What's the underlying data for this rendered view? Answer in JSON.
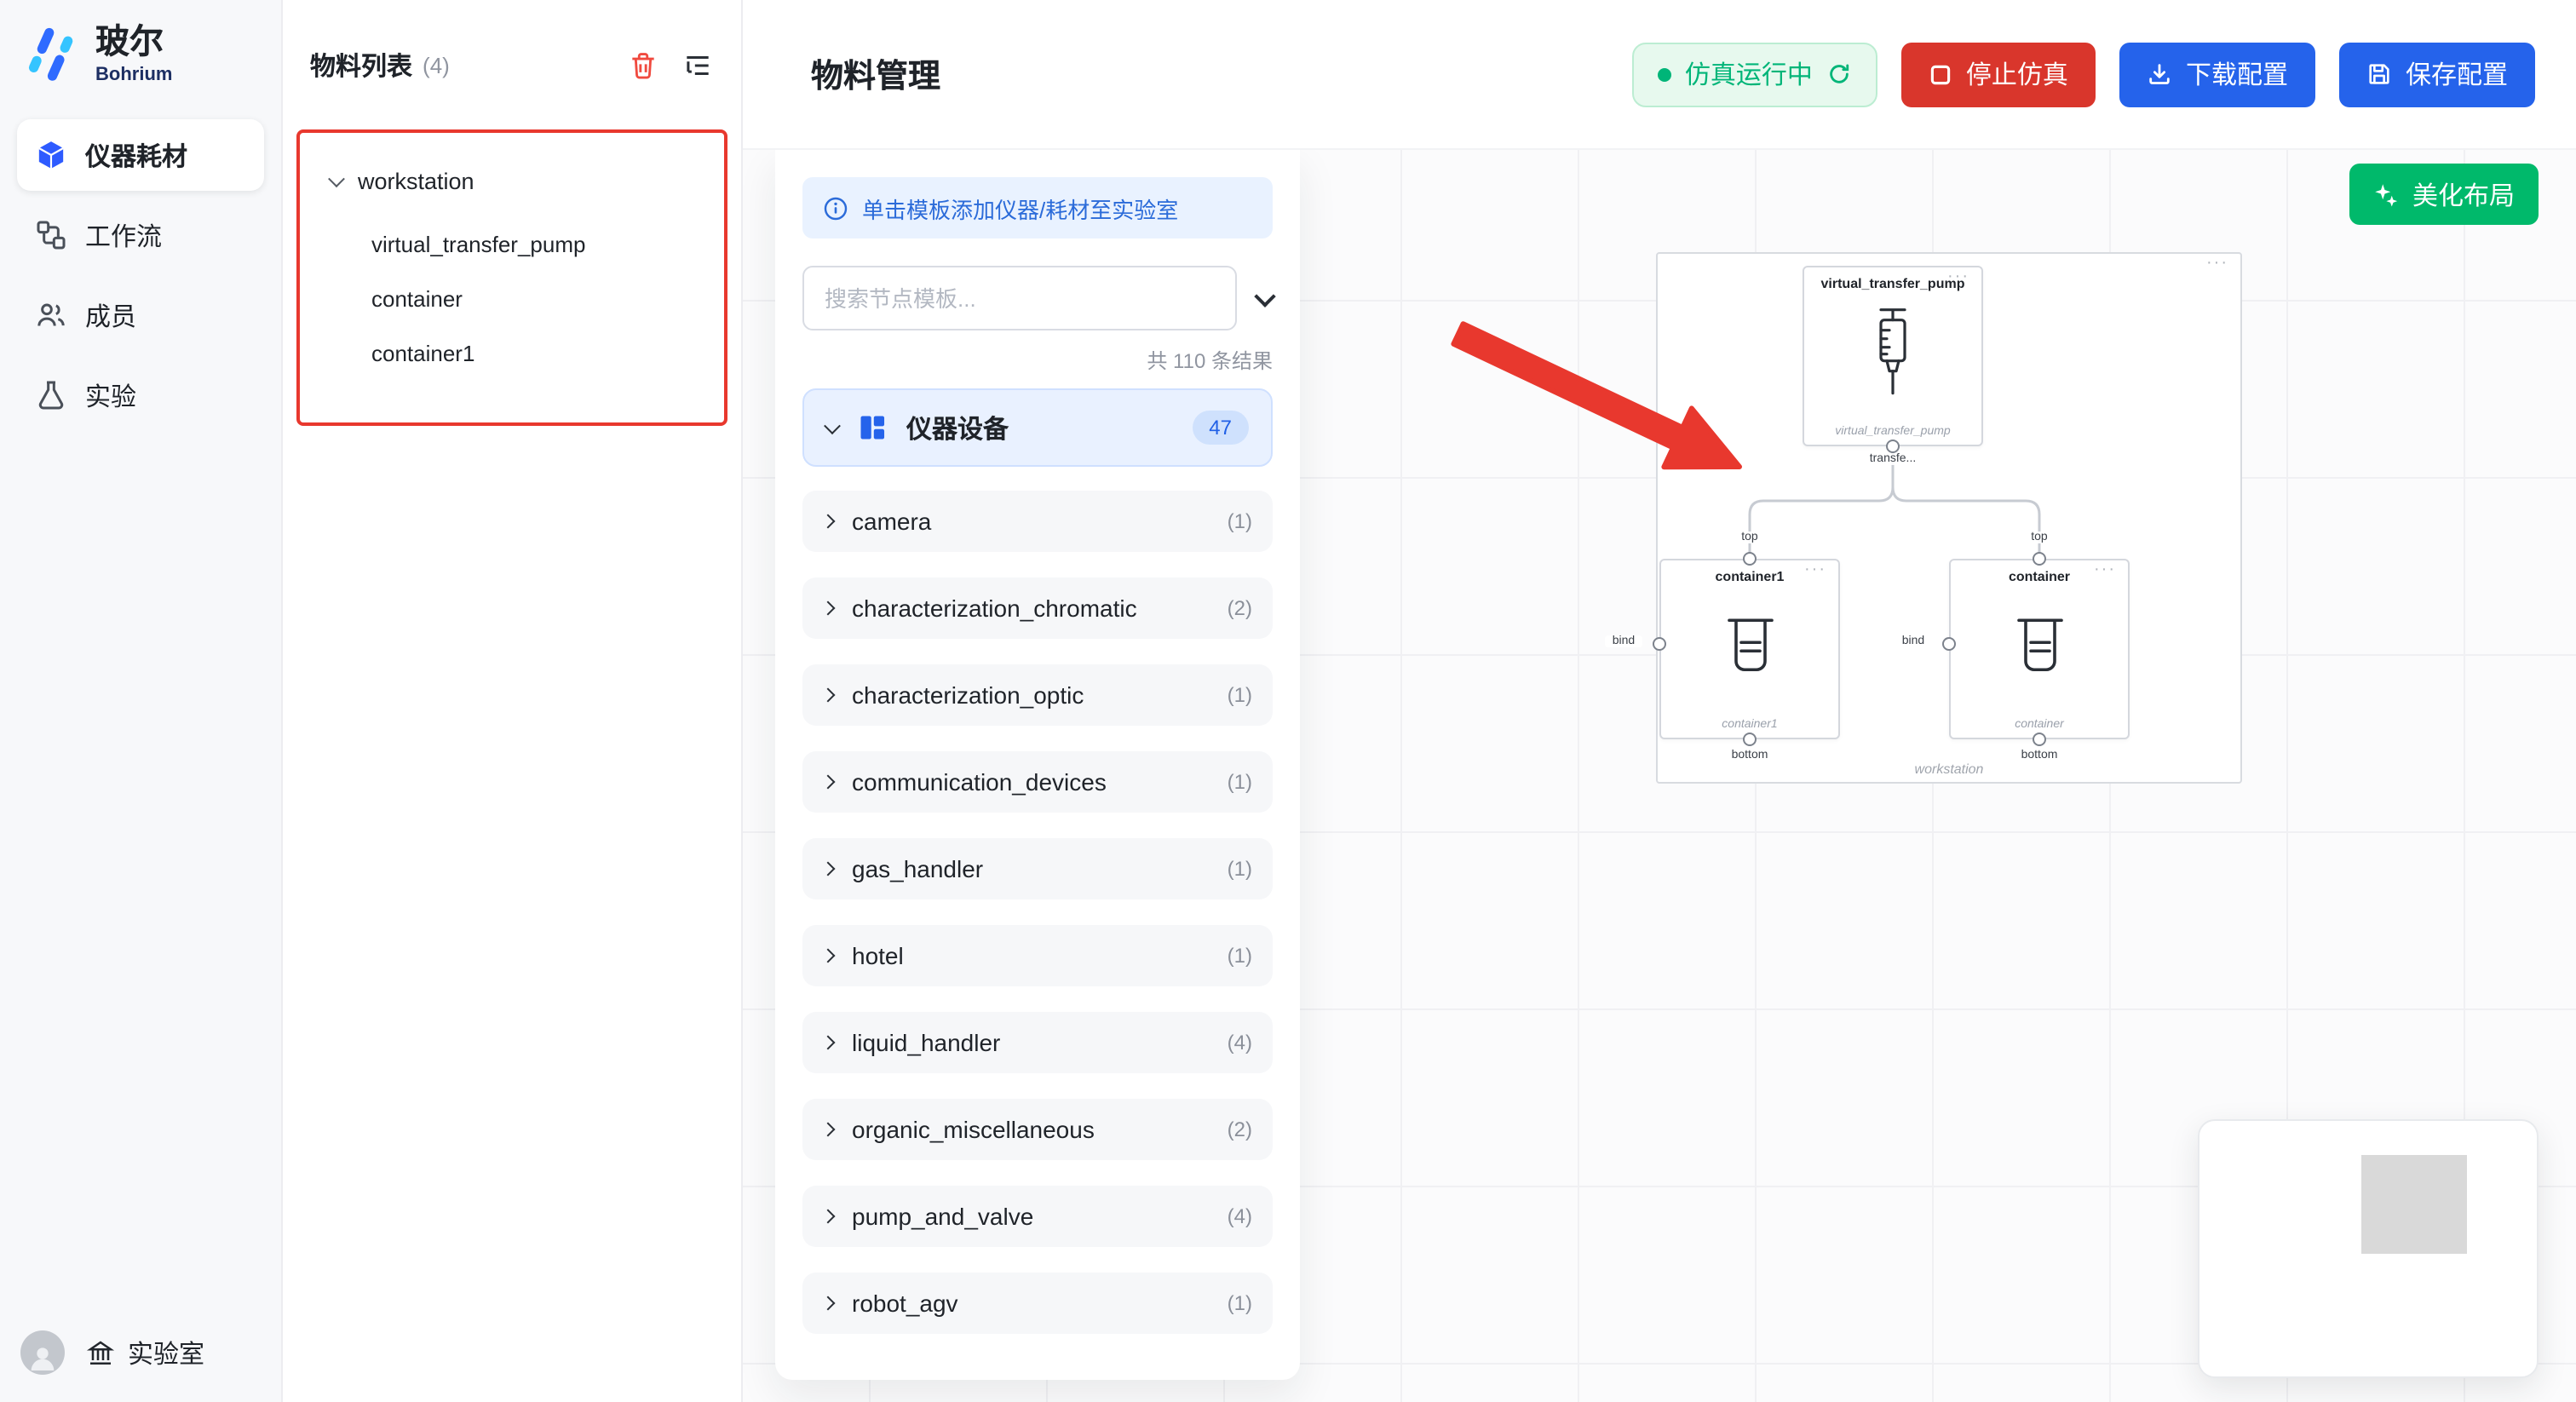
{
  "colors": {
    "accent_blue": "#2563eb",
    "danger_red": "#d9362c",
    "success_green": "#00b578",
    "beautify_green": "#00b96b",
    "annotation_red": "#e8382e"
  },
  "brand": {
    "name": "玻尔",
    "subtitle": "Bohrium"
  },
  "sidebar": {
    "items": [
      {
        "label": "仪器耗材"
      },
      {
        "label": "工作流"
      },
      {
        "label": "成员"
      },
      {
        "label": "实验"
      }
    ],
    "footer_label": "实验室"
  },
  "materials": {
    "title": "物料列表",
    "count": "(4)",
    "root_label": "workstation",
    "children": [
      {
        "label": "virtual_transfer_pump"
      },
      {
        "label": "container"
      },
      {
        "label": "container1"
      }
    ]
  },
  "header": {
    "title": "物料管理",
    "status_label": "仿真运行中",
    "stop_label": "停止仿真",
    "download_label": "下载配置",
    "save_label": "保存配置"
  },
  "templates": {
    "banner": "单击模板添加仪器/耗材至实验室",
    "search_placeholder": "搜索节点模板...",
    "results": "共 110 条结果",
    "category": {
      "label": "仪器设备",
      "count": "47"
    },
    "items": [
      {
        "label": "camera",
        "count": "(1)"
      },
      {
        "label": "characterization_chromatic",
        "count": "(2)"
      },
      {
        "label": "characterization_optic",
        "count": "(1)"
      },
      {
        "label": "communication_devices",
        "count": "(1)"
      },
      {
        "label": "gas_handler",
        "count": "(1)"
      },
      {
        "label": "hotel",
        "count": "(1)"
      },
      {
        "label": "liquid_handler",
        "count": "(4)"
      },
      {
        "label": "organic_miscellaneous",
        "count": "(2)"
      },
      {
        "label": "pump_and_valve",
        "count": "(4)"
      },
      {
        "label": "robot_agv",
        "count": "(1)"
      }
    ]
  },
  "canvas": {
    "beautify_label": "美化布局",
    "group_label": "workstation",
    "more_icon": "···",
    "pump": {
      "title": "virtual_transfer_pump",
      "subtitle": "virtual_transfer_pump",
      "bottom_port": "transfe..."
    },
    "left_container": {
      "top_port": "top",
      "title": "container1",
      "bind_port": "bind",
      "subtitle": "container1",
      "bottom_port": "bottom"
    },
    "right_container": {
      "top_port": "top",
      "title": "container",
      "bind_port": "bind",
      "subtitle": "container",
      "bottom_port": "bottom"
    }
  }
}
